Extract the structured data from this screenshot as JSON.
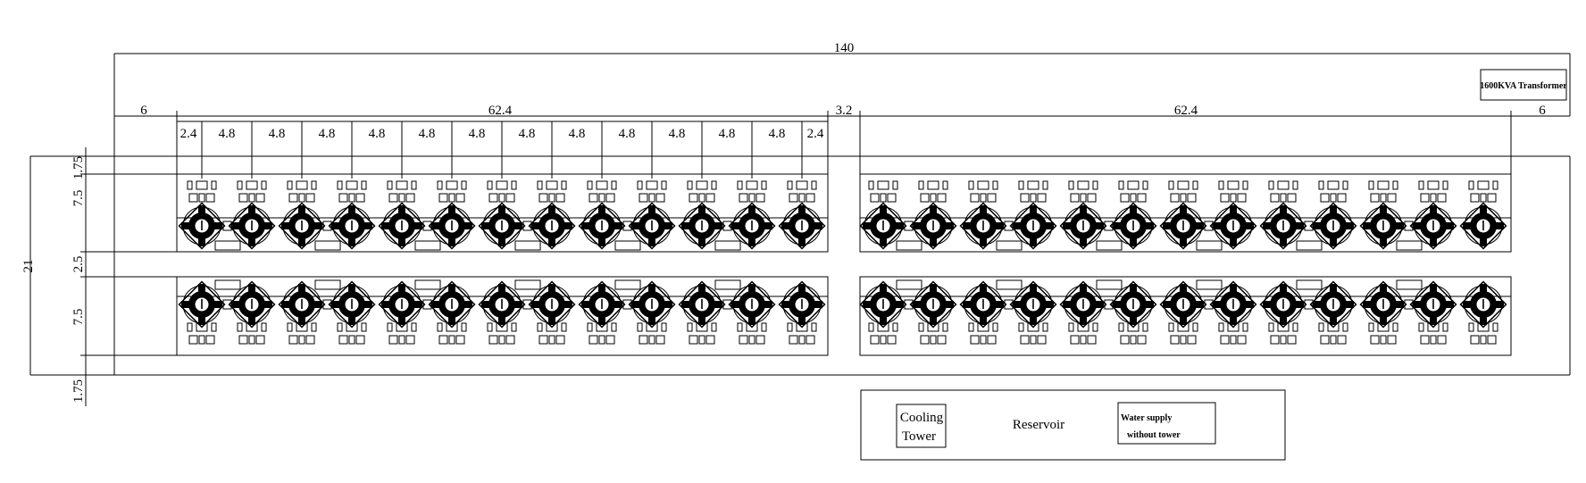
{
  "dimensions": {
    "total_length": "140",
    "left_margin": "6",
    "right_margin": "6",
    "left_block": "62.4",
    "middle_gap": "3.2",
    "right_block": "62.4",
    "module_half": "2.4",
    "module_pitch": "4.8",
    "total_width": "21",
    "vertical": [
      "1.75",
      "7.5",
      "2.5",
      "7.5",
      "1.75"
    ]
  },
  "labels": {
    "transformer": "1600KVA Transformer",
    "cooling_line1": "Cooling",
    "cooling_line2": "Tower",
    "reservoir": "Reservoir",
    "water_line1": "Water supply",
    "water_line2": "without tower"
  },
  "icons": {
    "unit": "fan-unit-icon"
  }
}
